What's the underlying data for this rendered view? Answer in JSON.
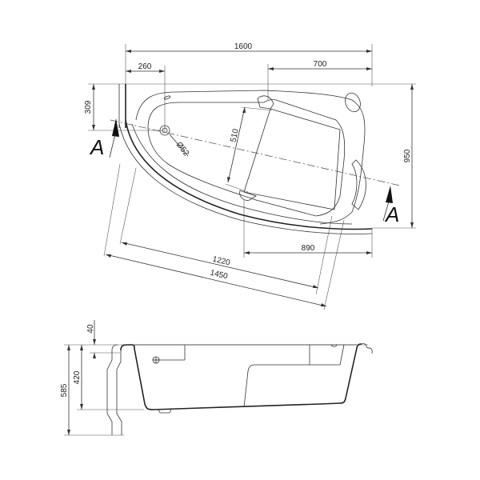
{
  "drawing": {
    "title": "Corner bathtub technical drawing",
    "plan_view": {
      "dimensions": {
        "overall_length": "1600",
        "drain_offset": "260",
        "backrest_width": "700",
        "drain_depth_offset": "309",
        "drain_diameter": "Ø52",
        "seat_width": "510",
        "overall_width": "950",
        "front_straight": "890",
        "inner_length": "1220",
        "diagonal_length": "1450"
      },
      "section_labels": {
        "left": "A",
        "right": "A"
      }
    },
    "section_view": {
      "dimensions": {
        "rim_height": "40",
        "inner_depth": "420",
        "total_height": "585"
      }
    }
  }
}
